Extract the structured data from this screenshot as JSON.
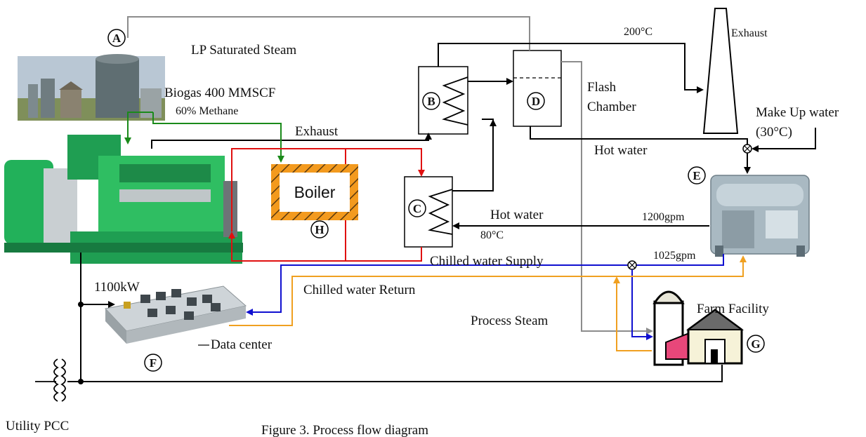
{
  "nodes": {
    "A": "A",
    "B": "B",
    "C": "C",
    "D": "D",
    "E": "E",
    "F": "F",
    "G": "G",
    "H": "H"
  },
  "labels": {
    "lp_steam": "LP Saturated Steam",
    "temp_200": "200°C",
    "exhaust_stack": "Exhaust",
    "biogas": "Biogas 400 MMSCF",
    "methane": "60% Methane",
    "exhaust_engine": "Exhaust",
    "flash_line1": "Flash",
    "flash_line2": "Chamber",
    "makeup_line1": "Make Up water",
    "makeup_line2": "(30°C)",
    "hot_water_top": "Hot water",
    "boiler": "Boiler",
    "hot_water_mid": "Hot water",
    "temp_80": "80°C",
    "gpm_1200": "1200gpm",
    "chilled_supply": "Chilled water Supply",
    "gpm_1025": "1025gpm",
    "kw_1100": "1100kW",
    "chilled_return": "Chilled water Return",
    "farm": "Farm Facility",
    "process_steam": "Process Steam",
    "data_center": "Data center",
    "utility": "Utility PCC",
    "caption": "Figure 3. Process flow diagram"
  },
  "colors": {
    "steam_line": "#8c8c8c",
    "exhaust_line": "#000000",
    "biogas_line": "#1a8a1a",
    "boiler_loop": "#e01010",
    "chilled_supply": "#1010d0",
    "chilled_return": "#f0a020",
    "boiler_fill": "#f39a1e",
    "engine_green": "#22b15a"
  }
}
